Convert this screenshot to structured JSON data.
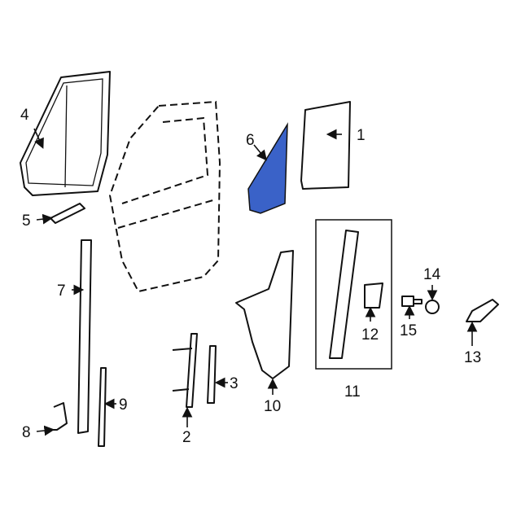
{
  "diagram": {
    "highlight_color": "#3a62c8",
    "callouts": [
      {
        "id": "1",
        "label": "1"
      },
      {
        "id": "2",
        "label": "2"
      },
      {
        "id": "3",
        "label": "3"
      },
      {
        "id": "4",
        "label": "4"
      },
      {
        "id": "5",
        "label": "5"
      },
      {
        "id": "6",
        "label": "6"
      },
      {
        "id": "7",
        "label": "7"
      },
      {
        "id": "8",
        "label": "8"
      },
      {
        "id": "9",
        "label": "9"
      },
      {
        "id": "10",
        "label": "10"
      },
      {
        "id": "11",
        "label": "11"
      },
      {
        "id": "12",
        "label": "12"
      },
      {
        "id": "13",
        "label": "13"
      },
      {
        "id": "14",
        "label": "14"
      },
      {
        "id": "15",
        "label": "15"
      }
    ]
  }
}
